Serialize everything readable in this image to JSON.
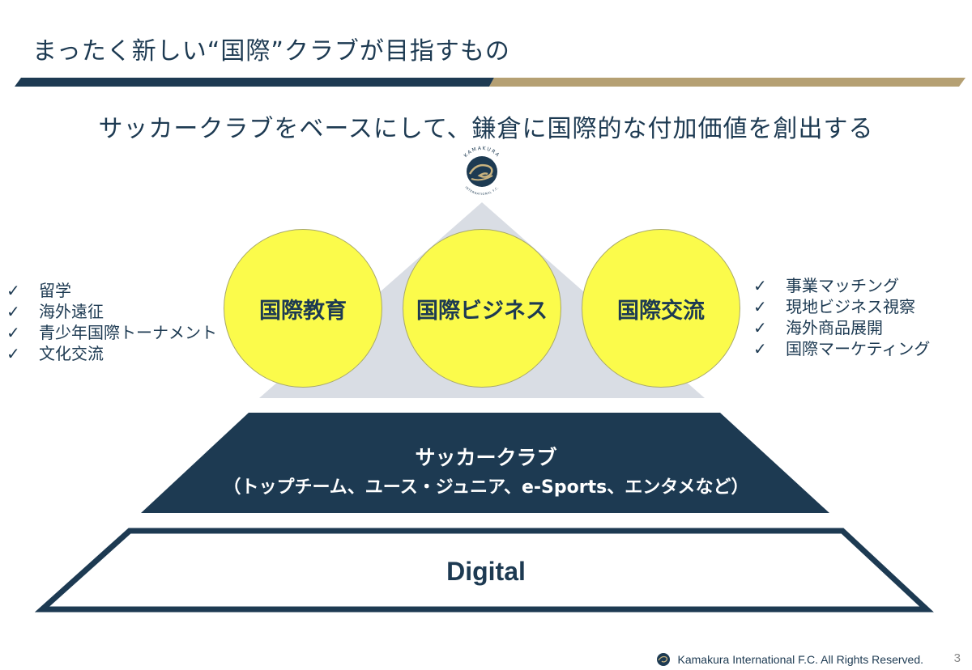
{
  "header": {
    "title": "まったく新しい“国際”クラブが目指すもの",
    "accent_dark": "#1d3a52",
    "accent_gold": "#b5a073"
  },
  "subtitle": "サッカークラブをベースにして、鎌倉に国際的な付加価値を創出する",
  "logo": {
    "text_top": "KAMAKURA",
    "text_bottom": "INTERNATIONAL F.C."
  },
  "pillars": [
    {
      "label": "国際教育"
    },
    {
      "label": "国際ビジネス"
    },
    {
      "label": "国際交流"
    }
  ],
  "left_list": {
    "check": "✓",
    "items": [
      "留学",
      "海外遠征",
      "青少年国際トーナメント",
      "文化交流"
    ]
  },
  "right_list": {
    "check": "✓",
    "items": [
      "事業マッチング",
      "現地ビジネス視察",
      "海外商品展開",
      "国際マーケティング"
    ]
  },
  "club_tier": {
    "title": "サッカークラブ",
    "detail": "（トップチーム、ユース・ジュニア、e-Sports、エンタメなど）"
  },
  "digital_tier": {
    "label": "Digital"
  },
  "footer": {
    "copyright": "Kamakura International F.C. All Rights Reserved.",
    "page": "3"
  },
  "colors": {
    "circle_fill": "#fbfb4b",
    "triangle_fill": "#d9dde4",
    "navy": "#1d3a52"
  }
}
